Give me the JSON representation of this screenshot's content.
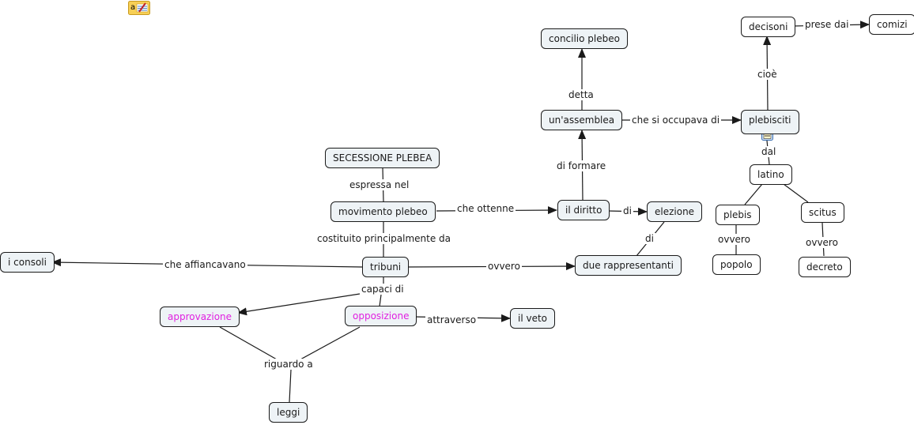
{
  "toolbar": {
    "icon": "annotation-note-icon"
  },
  "nodes": {
    "secessione": "SECESSIONE PLEBEA",
    "movimento": "movimento plebeo",
    "tribuni": "tribuni",
    "consoli": "i consoli",
    "approvazione": "approvazione",
    "opposizione": "opposizione",
    "veto": "il veto",
    "leggi": "leggi",
    "diritto": "il diritto",
    "elezione": "elezione",
    "rappresentanti": "due rappresentanti",
    "assemblea": "un'assemblea",
    "concilio": "concilio plebeo",
    "plebisciti": "plebisciti",
    "decisoni": "decisoni",
    "comizi": "comizi",
    "latino": "latino",
    "plebis": "plebis",
    "scitus": "scitus",
    "popolo": "popolo",
    "decreto": "decreto"
  },
  "links": {
    "espressa_nel": "espressa nel",
    "costituito": "costituito principalmente da",
    "che_ottenne": "che ottenne",
    "che_affiancavano": "che affiancavano",
    "ovvero_tribuni": "ovvero",
    "capaci_di": "capaci di",
    "attraverso": "attraverso",
    "riguardo_a": "riguardo a",
    "di_elezione": "di",
    "di_rappresentanti": "di",
    "di_formare": "di formare",
    "detta": "detta",
    "che_si_occupava": "che si occupava di",
    "cioe": "cioè",
    "prese_dai": "prese dai",
    "dal": "dal",
    "ovvero_plebis": "ovvero",
    "ovvero_scitus": "ovvero"
  },
  "colors": {
    "node_fill": "#eef3f6",
    "node_border": "#1a1a1a",
    "highlight_text": "#e020e0",
    "line": "#1a1a1a"
  }
}
